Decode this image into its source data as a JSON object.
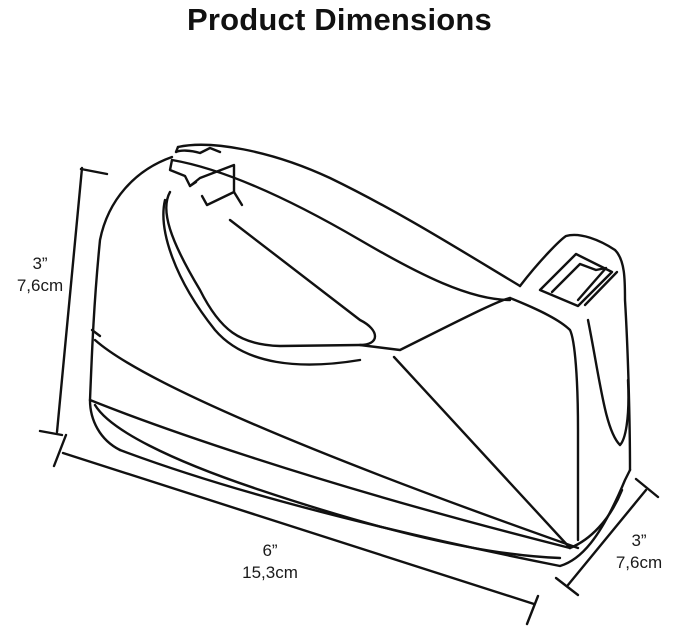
{
  "title": "Product Dimensions",
  "dimensions": {
    "height": {
      "imperial": "3”",
      "metric": "7,6cm"
    },
    "length": {
      "imperial": "6”",
      "metric": "15,3cm"
    },
    "depth": {
      "imperial": "3”",
      "metric": "7,6cm"
    }
  },
  "drawing": {
    "subject": "tape-dispenser-outline",
    "line_color": "#111111",
    "background": "#ffffff"
  }
}
